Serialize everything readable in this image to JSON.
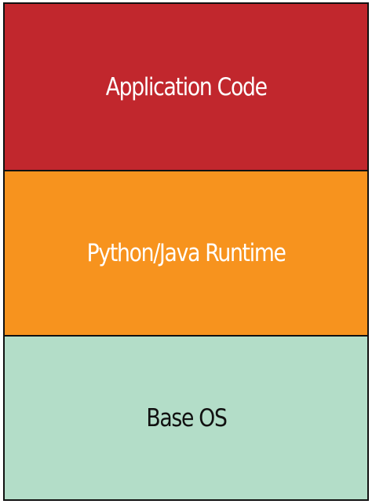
{
  "diagram": {
    "layers": [
      {
        "label": "Application Code",
        "color": "#c1272d",
        "text_color": "#ffffff"
      },
      {
        "label": "Python/Java Runtime",
        "color": "#f7931e",
        "text_color": "#ffffff"
      },
      {
        "label": "Base OS",
        "color": "#b3ddc8",
        "text_color": "#111111"
      }
    ]
  }
}
